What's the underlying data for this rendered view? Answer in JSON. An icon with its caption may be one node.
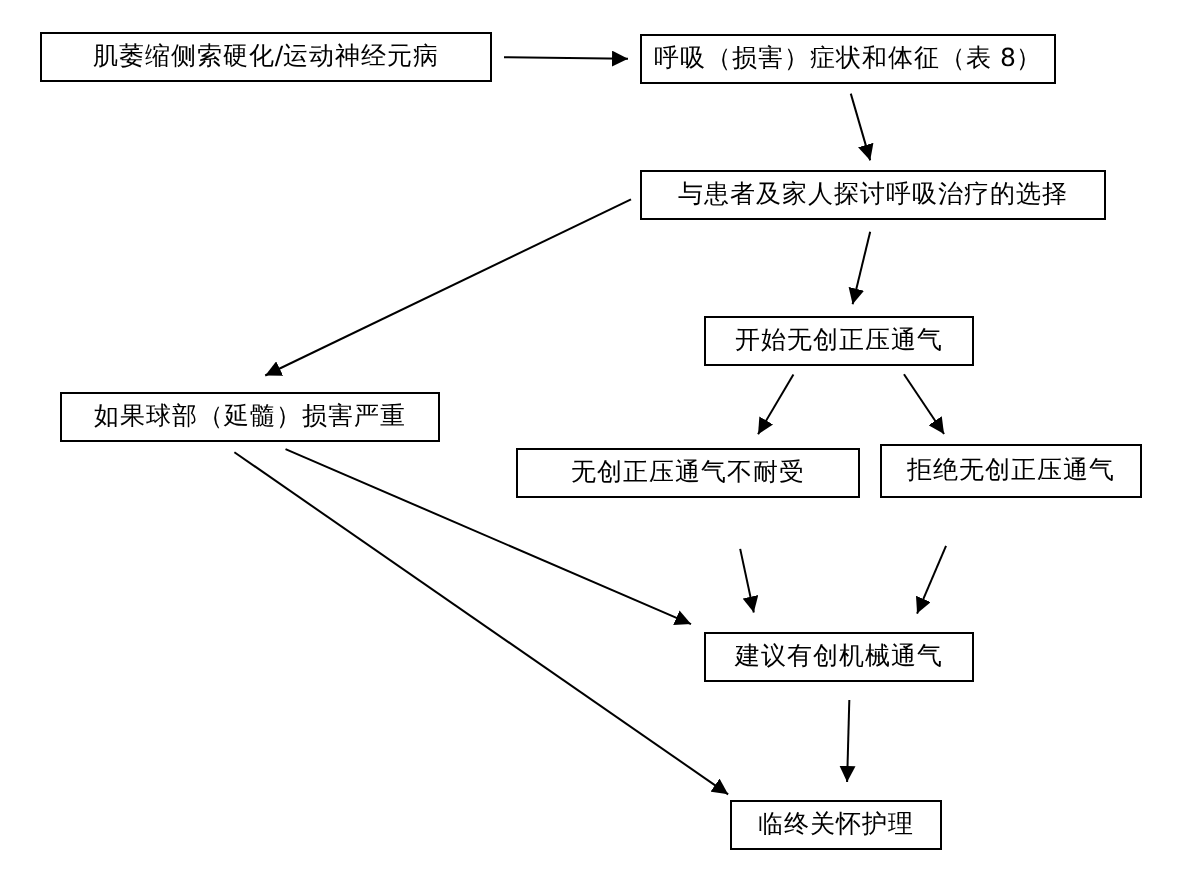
{
  "diagram": {
    "nodes": [
      {
        "text": [
          "肌萎缩侧索硬化/运动神经元病"
        ]
      },
      {
        "text": [
          "呼吸（损害）症状和体征（表 8）"
        ]
      },
      {
        "text": [
          "与患者及家人探讨呼吸治疗的选择"
        ]
      },
      {
        "text": [
          "开始无创正压通气"
        ]
      },
      {
        "text": [
          "如果球部（延髓）损害严重"
        ]
      },
      {
        "text": [
          "无创正压通气不耐受"
        ]
      },
      {
        "text": [
          "拒绝无创正压通气"
        ]
      },
      {
        "text": [
          "建议有创机械通气"
        ]
      },
      {
        "text": [
          "临终关怀护理"
        ]
      }
    ],
    "edges": [
      {
        "from": 0,
        "to": 1,
        "arrow": "to"
      },
      {
        "from": 1,
        "to": 2,
        "arrow": "to"
      },
      {
        "from": 2,
        "to": 4,
        "arrow": "to"
      },
      {
        "from": 2,
        "to": 3,
        "arrow": "to"
      },
      {
        "from": 3,
        "to": 5,
        "arrow": "to"
      },
      {
        "from": 3,
        "to": 6,
        "arrow": "to"
      },
      {
        "from": 5,
        "to": 7,
        "arrow": "to"
      },
      {
        "from": 6,
        "to": 7,
        "arrow": "to"
      },
      {
        "from": 4,
        "to": 7,
        "arrow": "to"
      },
      {
        "from": 4,
        "to": 8,
        "arrow": "to"
      },
      {
        "from": 7,
        "to": 8,
        "arrow": "to"
      }
    ]
  }
}
